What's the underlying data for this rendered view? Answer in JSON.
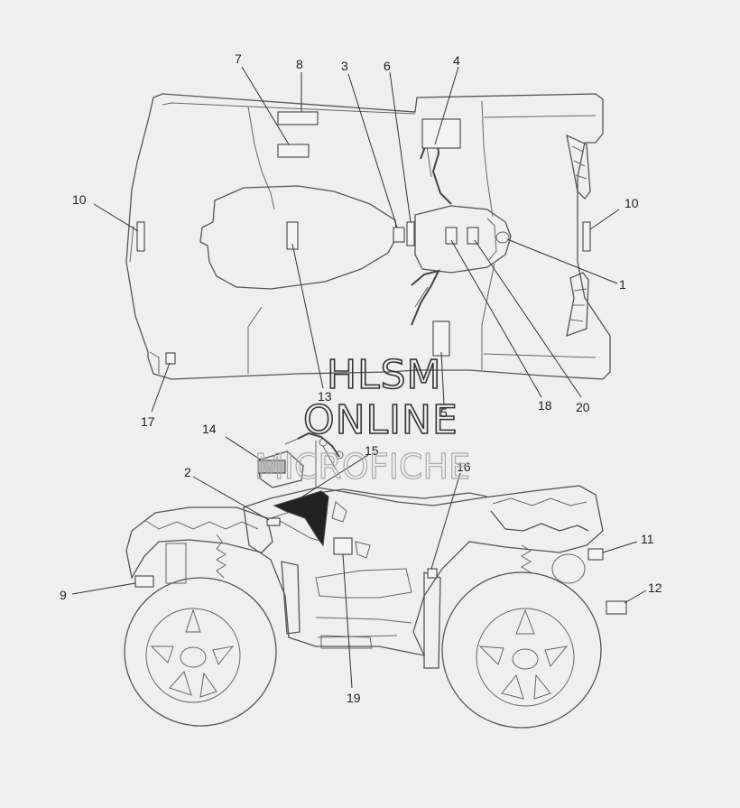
{
  "callouts": {
    "c1": "1",
    "c2": "2",
    "c3": "3",
    "c4": "4",
    "c5": "5",
    "c6": "6",
    "c7": "7",
    "c8": "8",
    "c9": "9",
    "c10a": "10",
    "c10b": "10",
    "c11": "11",
    "c12": "12",
    "c13": "13",
    "c14": "14",
    "c15": "15",
    "c16": "16",
    "c17": "17",
    "c18": "18",
    "c19": "19",
    "c20": "20"
  },
  "watermark": {
    "line1": "HLSM",
    "line2": "ONLINE",
    "line3": "MICROFICHE"
  }
}
